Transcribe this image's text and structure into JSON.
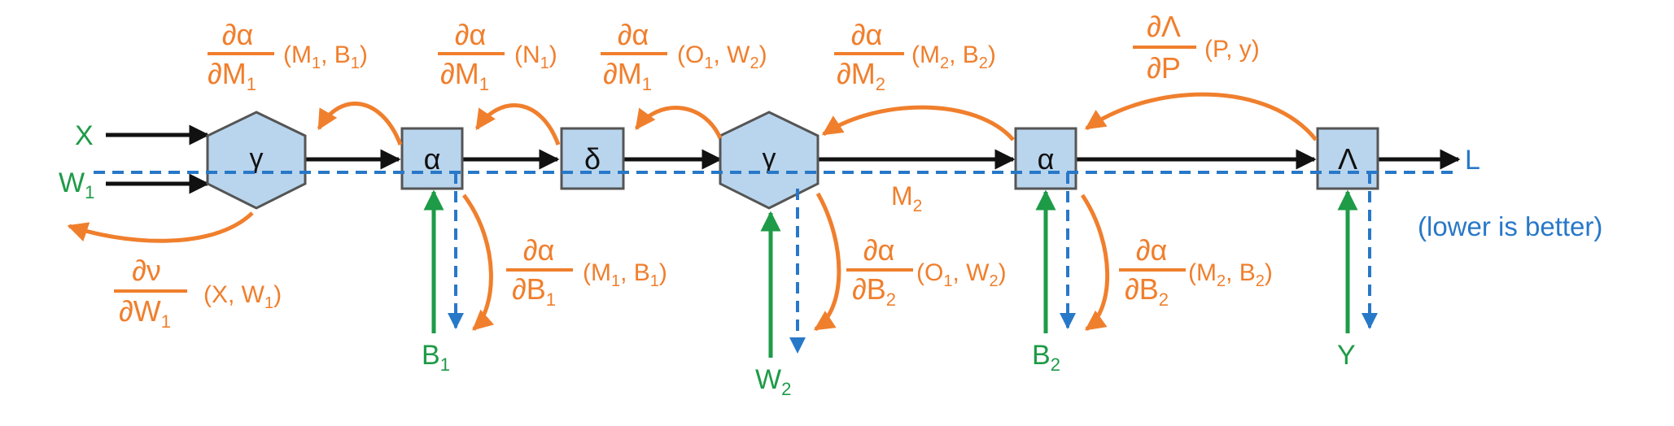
{
  "colors": {
    "forward": "#111111",
    "gradient": "#F07F2D",
    "input": "#1E9B47",
    "loss_path": "#2878C8",
    "node_fill": "#B9D5EE",
    "node_stroke": "#555555"
  },
  "inputs": {
    "x": "X",
    "w1": "W",
    "w1_sub": "1",
    "b1": "B",
    "b1_sub": "1",
    "w2": "W",
    "w2_sub": "2",
    "b2": "B",
    "b2_sub": "2",
    "y": "Y"
  },
  "nodes": {
    "gamma1": "γ",
    "alpha1": "α",
    "delta": "δ",
    "gamma2": "γ",
    "alpha2": "α",
    "lambda": "Λ"
  },
  "intermediate": {
    "m2": "M",
    "m2_sub": "2"
  },
  "output": {
    "label": "L",
    "note": "(lower is better)"
  },
  "gradients": {
    "g_m1_b1": {
      "num": "∂α",
      "den": "∂M",
      "den_sub": "1",
      "args": "(M",
      "a1": "1",
      "mid": ", B",
      "a2": "1",
      "end": ")"
    },
    "g_m1_n1": {
      "num": "∂α",
      "den": "∂M",
      "den_sub": "1",
      "args": "(N",
      "a1": "1",
      "end": ")"
    },
    "g_m1_o1w2": {
      "num": "∂α",
      "den": "∂M",
      "den_sub": "1",
      "args": "(O",
      "a1": "1",
      "mid": ", W",
      "a2": "2",
      "end": ")"
    },
    "g_m2_b2": {
      "num": "∂α",
      "den": "∂M",
      "den_sub": "2",
      "args": "(M",
      "a1": "2",
      "mid": ", B",
      "a2": "2",
      "end": ")"
    },
    "g_p_y": {
      "num": "∂Λ",
      "den": "∂P",
      "args": "(P, y)"
    },
    "g_w1": {
      "num": "∂ν",
      "den": "∂W",
      "den_sub": "1",
      "args": "(X, W",
      "a1": "1",
      "end": ")"
    },
    "g_b1": {
      "num": "∂α",
      "den": "∂B",
      "den_sub": "1",
      "args": "(M",
      "a1": "1",
      "mid": ", B",
      "a2": "1",
      "end": ")"
    },
    "g_b2a": {
      "num": "∂α",
      "den": "∂B",
      "den_sub": "2",
      "args": "(O",
      "a1": "1",
      "mid": ", W",
      "a2": "2",
      "end": ")"
    },
    "g_b2b": {
      "num": "∂α",
      "den": "∂B",
      "den_sub": "2",
      "args": "(M",
      "a1": "2",
      "mid": ", B",
      "a2": "2",
      "end": ")"
    }
  }
}
